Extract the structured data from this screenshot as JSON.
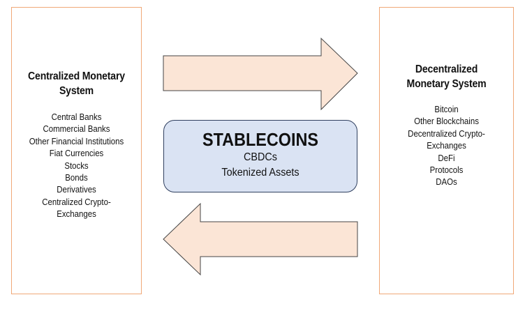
{
  "centralized": {
    "title_line1": "Centralized Monetary",
    "title_line2": "System",
    "items": [
      "Central Banks",
      "Commercial Banks",
      "Other Financial Institutions",
      "Fiat Currencies",
      "Stocks",
      "Bonds",
      "Derivatives",
      "Centralized Crypto-",
      "Exchanges"
    ]
  },
  "decentralized": {
    "title_line1": "Decentralized",
    "title_line2": "Monetary System",
    "items": [
      "Bitcoin",
      "Other Blockchains",
      "Decentralized Crypto-",
      "Exchanges",
      "DeFi",
      "Protocols",
      "DAOs"
    ]
  },
  "center": {
    "title": "STABLECOINS",
    "line1": "CBDCs",
    "line2": "Tokenized Assets"
  },
  "colors": {
    "box_border": "#f0a878",
    "arrow_fill": "#fbe5d6",
    "center_fill": "#dae3f3"
  }
}
